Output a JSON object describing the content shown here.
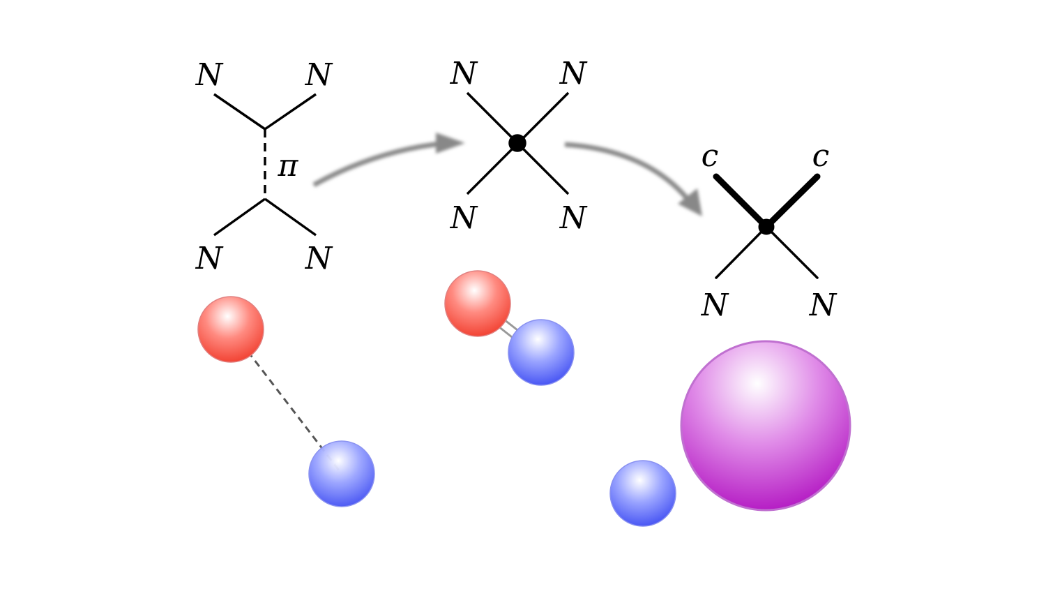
{
  "labels": {
    "nucleon": "N",
    "pion": "π",
    "charm": "c"
  },
  "colors": {
    "proton": "#f04030",
    "neutron": "#4050f0",
    "composite": "#b010c0",
    "arrow": "#888888",
    "line": "#000000"
  }
}
